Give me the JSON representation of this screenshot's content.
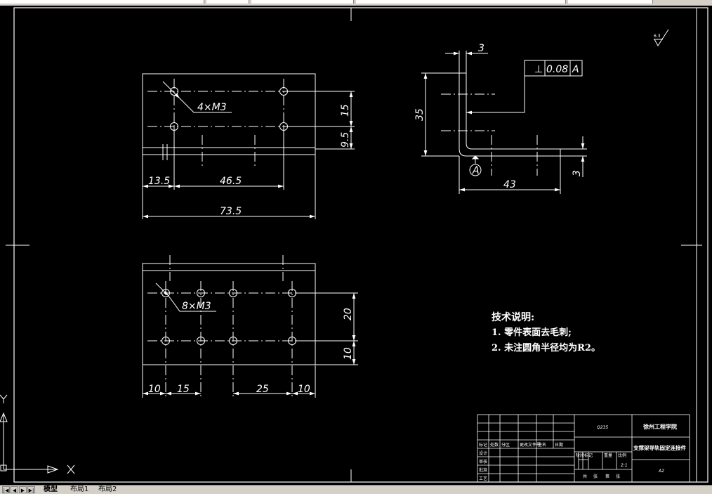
{
  "drawing": {
    "front_view": {
      "hole_callout": "4×M3",
      "dims": {
        "d1": "13.5",
        "d2": "46.5",
        "d3": "73.5",
        "d4": "15",
        "d5": "9.5"
      }
    },
    "side_view": {
      "dims": {
        "thickness_top": "3",
        "height": "35",
        "length": "43",
        "thickness_right": "3"
      },
      "fcf": {
        "symbol": "⊥",
        "tolerance": "0.08",
        "datum": "A"
      },
      "datum_label": "A",
      "roughness": "6.3"
    },
    "bottom_view": {
      "hole_callout": "8×M3",
      "dims": {
        "d1": "10",
        "d2": "15",
        "d3": "25",
        "d4": "10",
        "d5": "20",
        "d6": "10"
      }
    },
    "notes": {
      "title": "技术说明:",
      "items": [
        "1. 零件表面去毛刺;",
        "2. 未注圆角半径均为R2。"
      ]
    },
    "title_block": {
      "material": "Q235",
      "school": "徐州工程学院",
      "part_name": "支撑架导轨固定连接件",
      "scale": "2:1",
      "sheet_size": "A2",
      "row_labels": [
        "标记",
        "设计",
        "审核",
        "批准",
        "工艺"
      ],
      "header_labels": [
        "处数",
        "分区",
        "更改文件号",
        "签名",
        "日期"
      ],
      "stage_labels": [
        "阶段标记",
        "重量",
        "比例"
      ],
      "sheet_labels": [
        "共",
        "张",
        "第",
        "张"
      ]
    }
  },
  "tabs": {
    "nav": [
      "|◀",
      "◀",
      "▶",
      "▶|"
    ],
    "items": [
      "模型",
      "布局1",
      "布局2"
    ]
  }
}
